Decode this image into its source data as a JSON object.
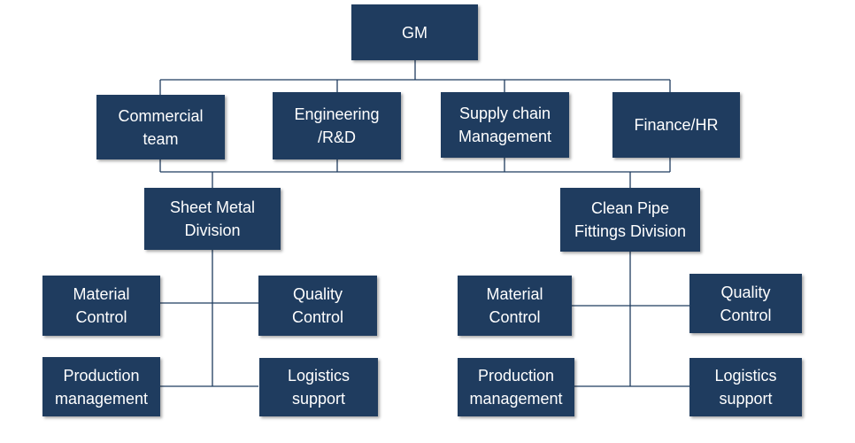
{
  "colors": {
    "box_fill": "#1f3c5f",
    "box_text": "#ffffff",
    "connector": "#1f3c5f"
  },
  "nodes": {
    "gm": "GM",
    "commercial": "Commercial\nteam",
    "engineering": "Engineering\n/R&D",
    "supply_chain": "Supply chain\nManagement",
    "finance_hr": "Finance/HR",
    "sheet_metal": "Sheet Metal\nDivision",
    "clean_pipe": "Clean Pipe\nFittings Division",
    "sm_material_control": "Material\nControl",
    "sm_quality_control": "Quality\nControl",
    "sm_production_management": "Production\nmanagement",
    "sm_logistics_support": "Logistics\nsupport",
    "cp_material_control": "Material\nControl",
    "cp_quality_control": "Quality\nControl",
    "cp_production_management": "Production\nmanagement",
    "cp_logistics_support": "Logistics\nsupport"
  }
}
